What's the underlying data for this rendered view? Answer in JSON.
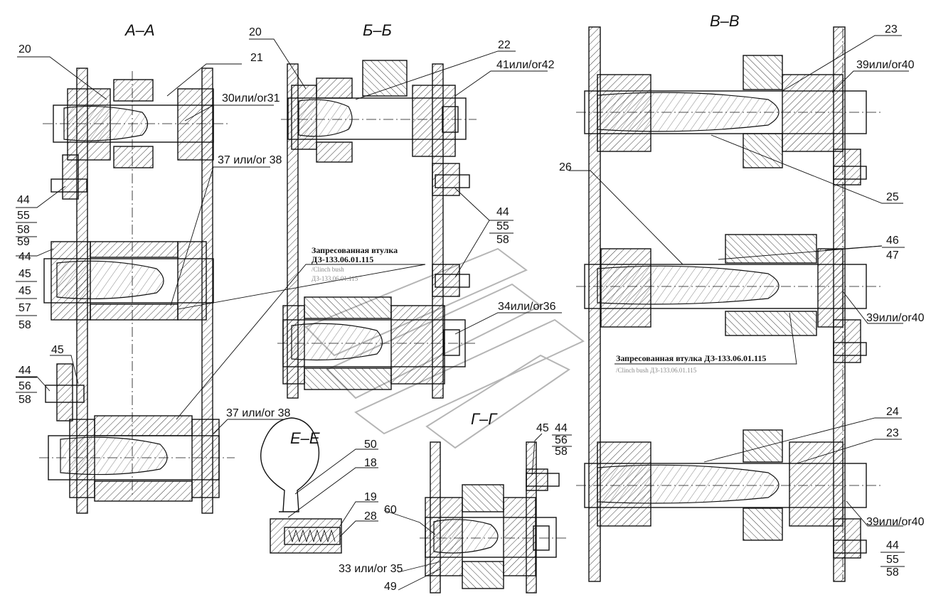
{
  "sections": {
    "aa": "А–А",
    "bb": "Б–Б",
    "vv": "В–В",
    "ee": "Е–Е",
    "gg": "Г–Г"
  },
  "labels": {
    "l20a": "20",
    "l21": "21",
    "l3031": "30или/or31",
    "l3738a": "37 или/or 38",
    "l44a": "44",
    "l55a": "55",
    "l58a": "58",
    "l59a": "59",
    "l44b": "44",
    "l45a": "45",
    "l45b": "45",
    "l57": "57",
    "l58b": "58",
    "l45c": "45",
    "l44c": "44",
    "l56a": "56",
    "l58c": "58",
    "l3738b": "37 или/or 38",
    "l20b": "20",
    "l22": "22",
    "l4142": "41или/or42",
    "l44d": "44",
    "l55b": "55",
    "l58d": "58",
    "l3436": "34или/or36",
    "l50": "50",
    "l18": "18",
    "l19": "19",
    "l28": "28",
    "l60": "60",
    "l3335": "33 или/or 35",
    "l49": "49",
    "l45d": "45",
    "l44e": "44",
    "l56b": "56",
    "l58e": "58",
    "l23a": "23",
    "l3940a": "39или/or40",
    "l26": "26",
    "l25": "25",
    "l46": "46",
    "l47": "47",
    "l3940b": "39или/or40",
    "l24": "24",
    "l23b": "23",
    "l3940c": "39или/or40",
    "l44f": "44",
    "l55c": "55",
    "l58f": "58"
  },
  "notes": {
    "bushing_bb": "Запресованная втулка",
    "bushing_bb_code": "ДЗ-133.06.01.115",
    "bushing_bb_en": "/Clinch bush",
    "bushing_bb_en_code": "ДЗ-133.06.01.115",
    "bushing_vv": "Запресованная втулка ДЗ-133.06.01.115",
    "bushing_vv_en": "/Clinch bush ДЗ-133.06.01.115"
  }
}
